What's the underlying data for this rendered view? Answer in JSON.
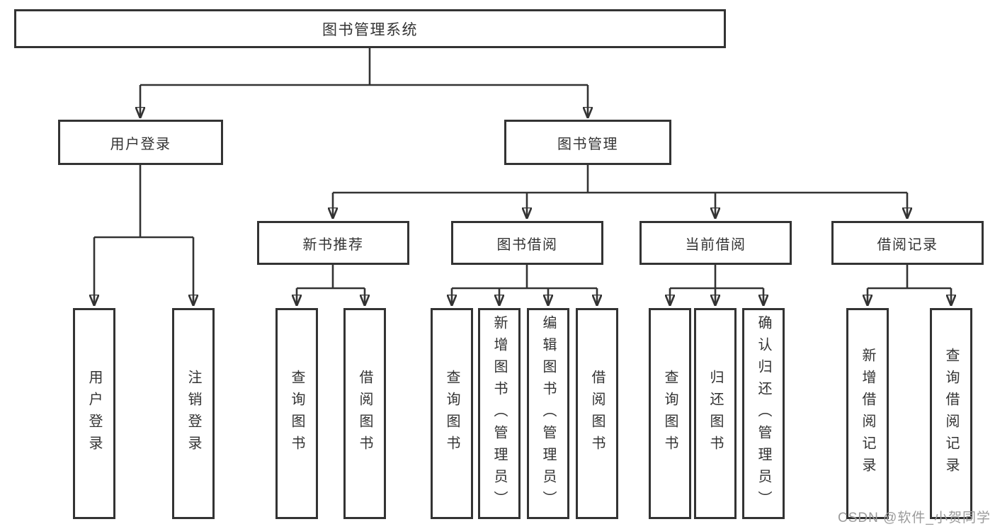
{
  "nodes": {
    "root": "图书管理系统",
    "user_login": "用户登录",
    "book_mgmt": "图书管理",
    "new_book_rec": "新书推荐",
    "book_borrow": "图书借阅",
    "current_borrow": "当前借阅",
    "borrow_records": "借阅记录",
    "leaf_user_login": "用户登录",
    "leaf_logout": "注销登录",
    "leaf_query_books_rec": "查询图书",
    "leaf_borrow_books_rec": "借阅图书",
    "leaf_query_books_borrow": "查询图书",
    "leaf_add_books_admin": "新增图书（管理员）",
    "leaf_edit_books_admin": "编辑图书（管理员）",
    "leaf_borrow_books_borrow": "借阅图书",
    "leaf_query_books_current": "查询图书",
    "leaf_return_books": "归还图书",
    "leaf_confirm_return_admin": "确认归还（管理员）",
    "leaf_add_borrow_record": "新增借阅记录",
    "leaf_query_borrow_record": "查询借阅记录"
  },
  "watermark": "CSDN @软件_小贺同学",
  "colors": {
    "line": "#333333",
    "box_border": "#333333",
    "text": "#333333",
    "background": "#ffffff",
    "watermark": "#9b9b9b"
  }
}
